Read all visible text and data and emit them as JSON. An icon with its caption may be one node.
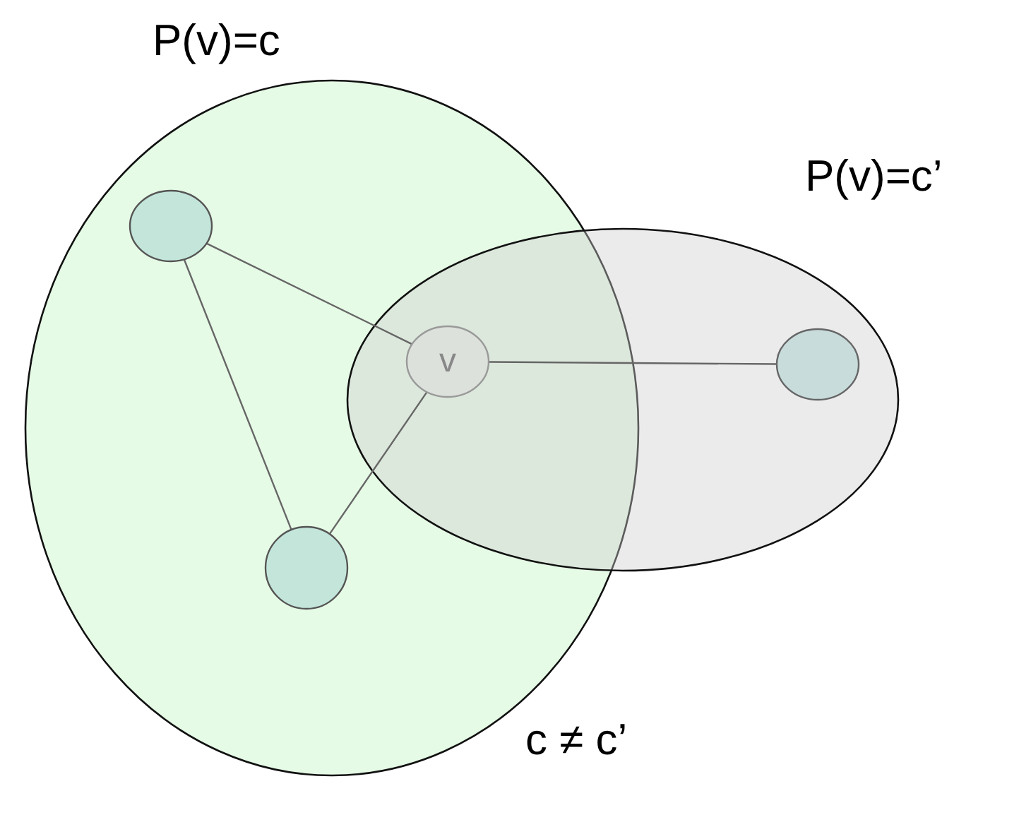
{
  "diagram": {
    "nodes": [
      {
        "text": [
          "P(v)=c"
        ]
      },
      {
        "text": [],
        "shape": "circle",
        "in": 0
      },
      {
        "text": [
          "P(v)=c’"
        ]
      },
      {
        "text": [
          "v"
        ]
      },
      {
        "text": [],
        "shape": "circle",
        "in": 2
      },
      {
        "text": [],
        "shape": "circle",
        "in": 0
      }
    ],
    "edges": [
      {
        "from": 1,
        "to": 3,
        "arrow": "none"
      },
      {
        "from": 1,
        "to": 5,
        "arrow": "none"
      },
      {
        "from": 3,
        "to": 4,
        "arrow": "none"
      },
      {
        "from": 3,
        "to": 5,
        "arrow": "none"
      }
    ],
    "labels": [
      "c ≠ c’"
    ]
  }
}
